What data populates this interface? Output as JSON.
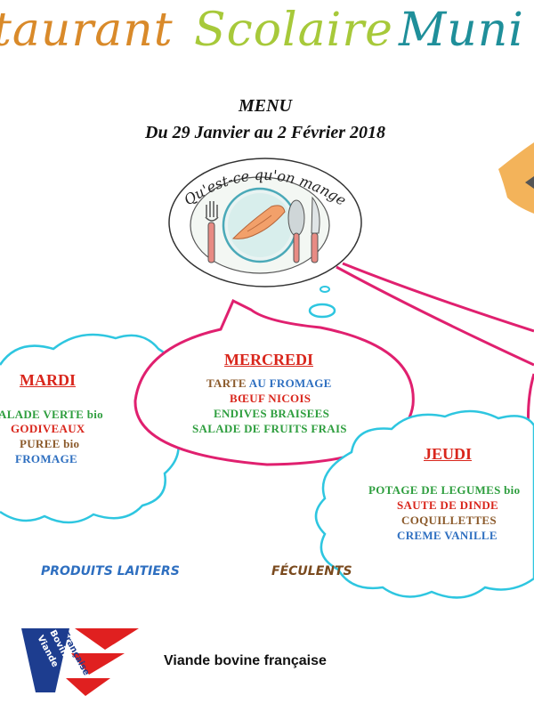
{
  "header": {
    "title_part1": "taurant",
    "title_part2": "Scolaire",
    "title_part3": "Muni"
  },
  "menu": {
    "title": "MENU",
    "dates": "Du 29 Janvier au 2 Février 2018"
  },
  "plate": {
    "caption": "Qu'est-ce qu'on mange"
  },
  "days": {
    "mardi": {
      "label": "MARDI",
      "items": [
        {
          "text": "ALADE VERTE bio",
          "color": "#2e9e3e"
        },
        {
          "text": "GODIVEAUX",
          "color": "#d9261c"
        },
        {
          "text": "PUREE bio",
          "color": "#8b5a2b"
        },
        {
          "text": "FROMAGE",
          "color": "#2e6fc0"
        }
      ]
    },
    "mercredi": {
      "label": "MERCREDI",
      "items": [
        {
          "prefix": "TARTE",
          "prefix_color": "#8b5a2b",
          "text": "AU FROMAGE",
          "color": "#2e6fc0"
        },
        {
          "text": "BŒUF NICOIS",
          "color": "#d9261c"
        },
        {
          "text": "ENDIVES BRAISEES",
          "color": "#2e9e3e"
        },
        {
          "text": "SALADE DE FRUITS FRAIS",
          "color": "#2e9e3e"
        }
      ]
    },
    "jeudi": {
      "label": "JEUDI",
      "items": [
        {
          "text": "POTAGE DE LEGUMES bio",
          "color": "#2e9e3e"
        },
        {
          "text": "SAUTE DE DINDE",
          "color": "#d9261c"
        },
        {
          "text": "COQUILLETTES",
          "color": "#8b5a2b"
        },
        {
          "text": "CREME VANILLE",
          "color": "#2e6fc0"
        }
      ]
    }
  },
  "legend": {
    "dairy": {
      "label": "PRODUITS LAITIERS",
      "color": "#2e6fc0"
    },
    "starch": {
      "label": "FÉCULENTS",
      "color": "#7a4a1e"
    }
  },
  "logo": {
    "text_line1": "Viande",
    "text_line2": "Bovine",
    "text_line3": "Française",
    "colors": {
      "blue": "#1d3d8f",
      "red": "#e02020"
    }
  },
  "footer": {
    "viande_label": "Viande bovine française"
  },
  "colors": {
    "cloud_cyan": "#2ec6e0",
    "bubble_magenta": "#e0206f",
    "accent_orange": "#f3b35a"
  }
}
